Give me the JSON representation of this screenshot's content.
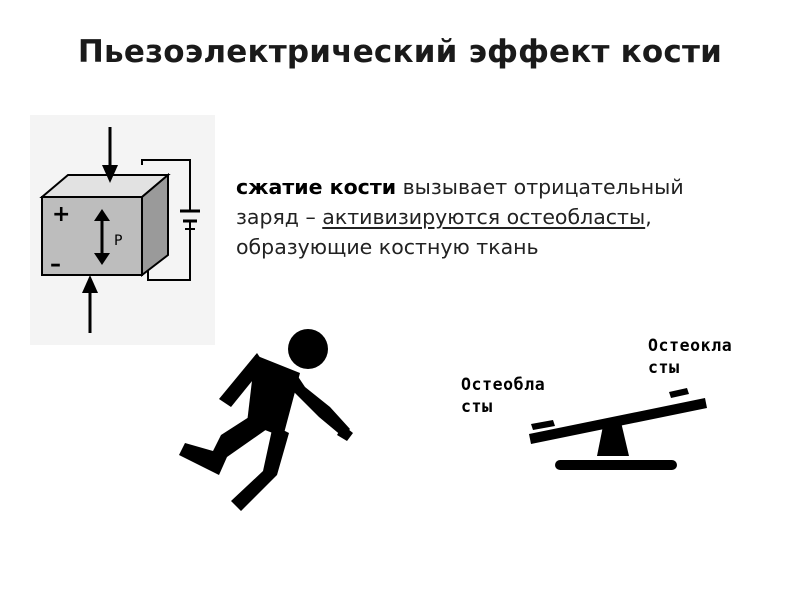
{
  "title": "Пьезоэлектрический эффект кости",
  "piezo_diagram": {
    "plus_left": "+",
    "minus_left": "–",
    "force_label": "P"
  },
  "caption": {
    "bold": "сжатие кости",
    "rest1": " вызывает отрицательный",
    "line2_prefix": "заряд – ",
    "line2_underlined": "активизируются остеобласты",
    "line2_suffix": ",",
    "line3": "образующие костную ткань"
  },
  "seesaw": {
    "osteoblasts_line1": "Остеобла",
    "osteoblasts_line2": "сты",
    "osteoclasts_line1": "Остеокла",
    "osteoclasts_line2": "сты"
  }
}
